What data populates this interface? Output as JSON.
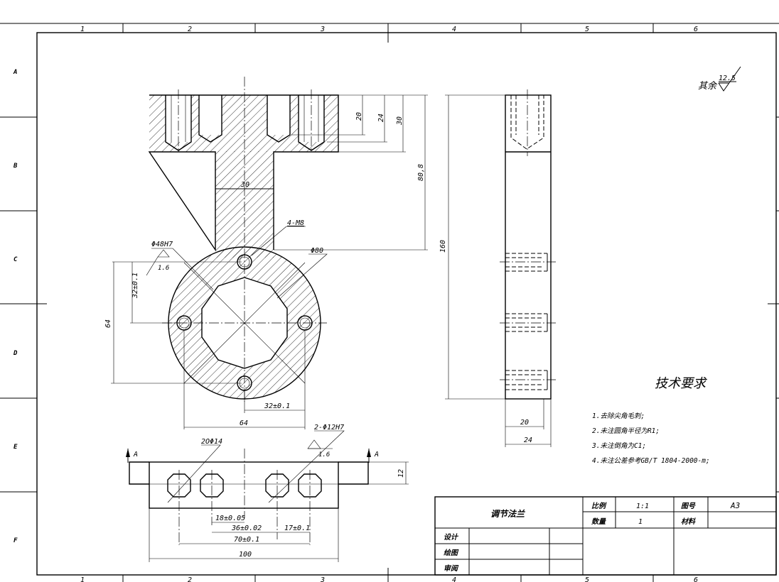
{
  "frame": {
    "columns": [
      "1",
      "2",
      "3",
      "4",
      "5",
      "6"
    ],
    "rows": [
      "A",
      "B",
      "C",
      "D",
      "E",
      "F"
    ]
  },
  "roughness": {
    "label": "其余",
    "value": "12.5"
  },
  "dimensions": {
    "d20": "20",
    "d24": "24",
    "d30": "30",
    "d80_8": "80,8",
    "d30b": "30",
    "m8": "4-M8",
    "phi48": "Φ48H7",
    "r16a": "1.6",
    "phi80": "Φ80",
    "d32v": "32±0.1",
    "d64v": "64",
    "d32h": "32±0.1",
    "d64h": "64",
    "d160": "160",
    "d20s": "20",
    "d24s": "24",
    "phi14": "2OΦ14",
    "phi12": "2-Φ12H7",
    "r16b": "1.6",
    "d12": "12",
    "d18": "18±0.05",
    "d36": "36±0.02",
    "d17": "17±0.1",
    "d70": "70±0.1",
    "d100": "100",
    "sectionA": "A"
  },
  "tech": {
    "title": "技术要求",
    "items": [
      "1.去除尖角毛刺;",
      "2.未注圆角半径为R1;",
      "3.未注倒角为C1;",
      "4.未注公差参考GB/T 1804-2000-m;"
    ]
  },
  "titleblock": {
    "name": "调节法兰",
    "scale_label": "比例",
    "scale": "1:1",
    "drawing_no_label": "图号",
    "drawing_no": "A3",
    "qty_label": "数量",
    "qty": "1",
    "material_label": "材料",
    "design": "设计",
    "drawn": "绘图",
    "review": "审阅"
  }
}
